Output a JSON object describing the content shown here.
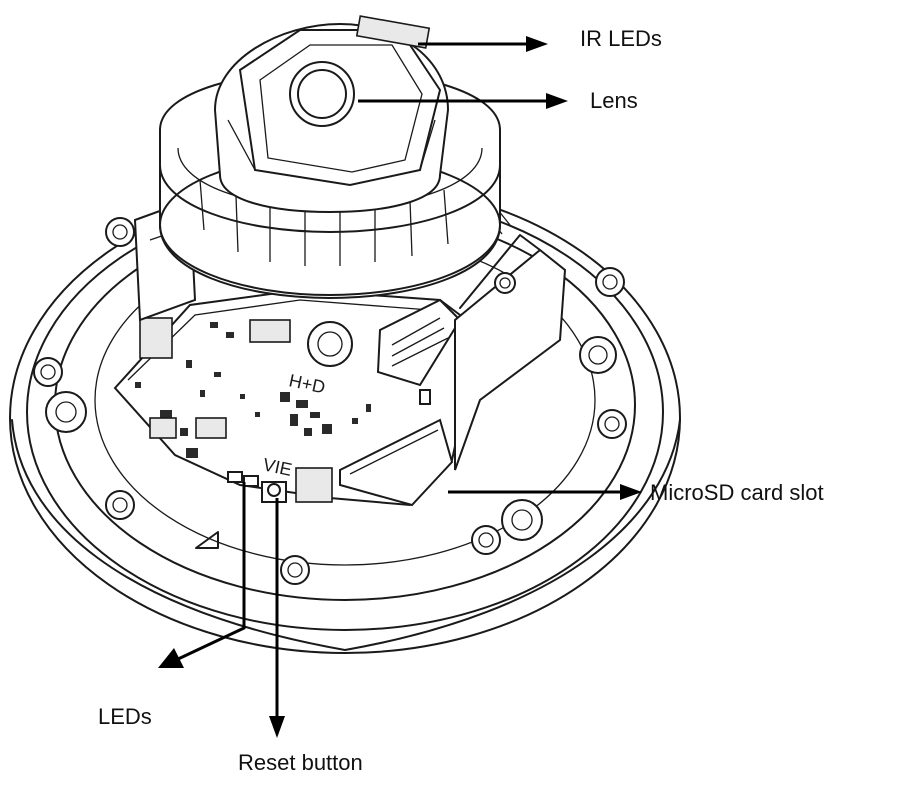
{
  "labels": {
    "ir_leds": "IR LEDs",
    "lens": "Lens",
    "microsd": "MicroSD card slot",
    "leds": "LEDs",
    "reset": "Reset button"
  },
  "silkscreen": {
    "board_mark": "VIE",
    "board_mark_2": "H+D"
  },
  "colors": {
    "line": "#1a1a1a",
    "arrow": "#000000",
    "background": "#ffffff"
  }
}
